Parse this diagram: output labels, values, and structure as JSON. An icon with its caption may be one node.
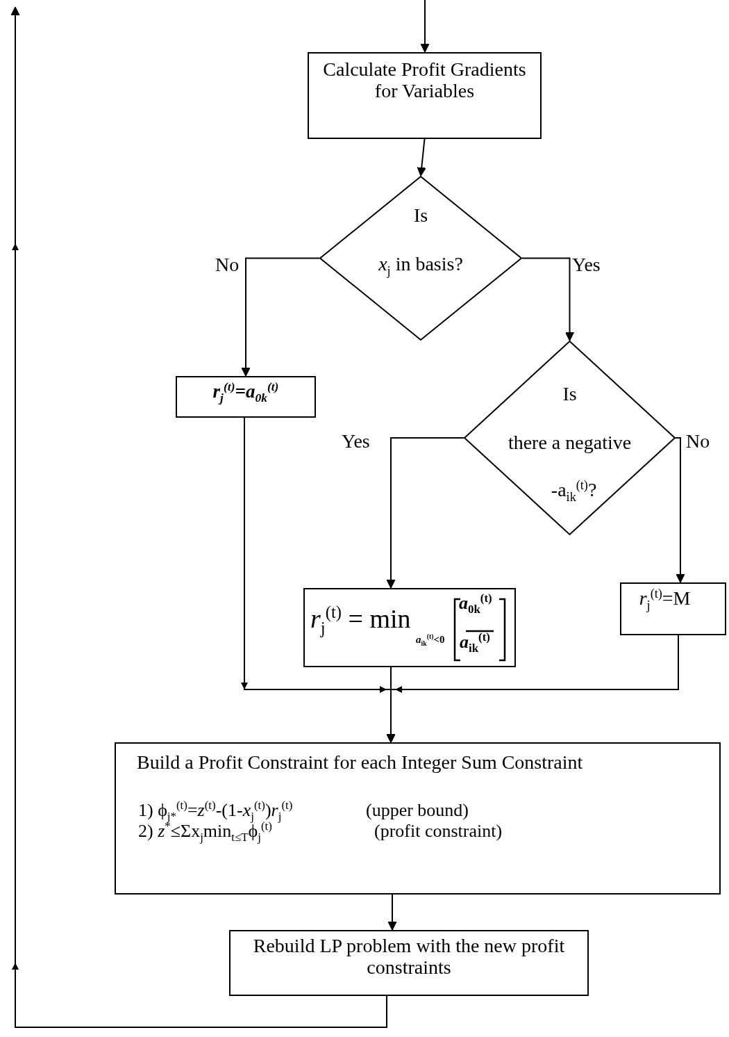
{
  "diagram": {
    "nodes": [
      {
        "text": [
          "Calculate Profit Gradients for Variables"
        ]
      },
      {
        "text": [
          "Is",
          "*x*$_{j}$  in basis?"
        ]
      },
      {
        "text": [
          "*r*$_{j}$$^{(t)}$=*a*$_{0k}$$^{(t)}$"
        ]
      },
      {
        "text": [
          "Is",
          "there a negative",
          "-a$_{ik}$$^{(t)}$?"
        ]
      },
      {
        "text": [
          "*r*$_{j}$$^{(t)}$ = min",
          "*a*$_{ik}$$^{(t)}$<0",
          "*a*$_{0k}$$^{(t)}$",
          "*a*$_{ik}$$^{(t)}$"
        ]
      },
      {
        "text": [
          "*r*$_{j}$$^{(t)}$=M"
        ]
      },
      {
        "text": [
          "Build a Profit Constraint for each Integer Sum Constraint",
          "1) ϕ$_{j*}$$^{(t)}$=*z*$^{(t)}$-(1-*x*$_{j}$$^{(t)}$)*r*$_{j}$$^{(t)}$",
          "(upper bound)",
          "2) *z*$^{*}$≤Σx$_{j}$min$_{t≤T}$ϕ$_{j}$$^{(t)}$",
          "(profit constraint)"
        ]
      },
      {
        "text": [
          "Rebuild LP problem with the new profit constraints"
        ]
      }
    ],
    "edges": [
      {
        "from": null,
        "to": 0,
        "arrow": "to"
      },
      {
        "from": 0,
        "to": 1,
        "arrow": "to"
      },
      {
        "from": 1,
        "to": 2,
        "arrow": "to",
        "label": "No"
      },
      {
        "from": 1,
        "to": 3,
        "arrow": "to",
        "label": "Yes"
      },
      {
        "from": 3,
        "to": 4,
        "arrow": "to",
        "label": "Yes"
      },
      {
        "from": 3,
        "to": 5,
        "arrow": "to",
        "label": "No"
      },
      {
        "from": 2,
        "to": 6,
        "arrow": "to"
      },
      {
        "from": 4,
        "to": 6,
        "arrow": "to"
      },
      {
        "from": 5,
        "to": 6,
        "arrow": "to"
      },
      {
        "from": 6,
        "to": 7,
        "arrow": "to"
      },
      {
        "from": 7,
        "to": null,
        "arrow": "to"
      }
    ]
  }
}
